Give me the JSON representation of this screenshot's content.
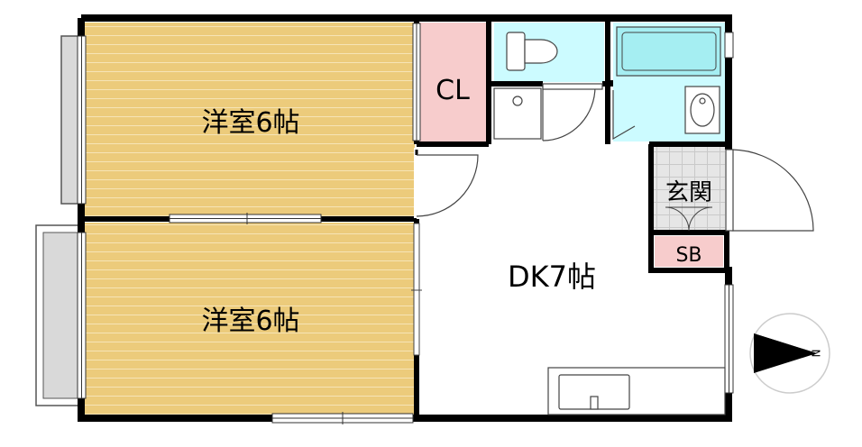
{
  "rooms": {
    "western_room_top": "洋室6帖",
    "western_room_bottom": "洋室6帖",
    "closet": "CL",
    "dining_kitchen": "DK7帖",
    "entrance": "玄関",
    "shoe_box": "SB"
  },
  "compass": {
    "north_label": "N"
  },
  "colors": {
    "floor_wood": "#eccb7b",
    "wood_lines": "#f6e4b6",
    "closet_pink": "#f7cccc",
    "wet_area_cyan": "#ccfbff",
    "bathtub": "#a5eef2",
    "entrance_tile": "#e6e6e6",
    "balcony_grey": "#d9d9d9",
    "wall": "#000000"
  }
}
